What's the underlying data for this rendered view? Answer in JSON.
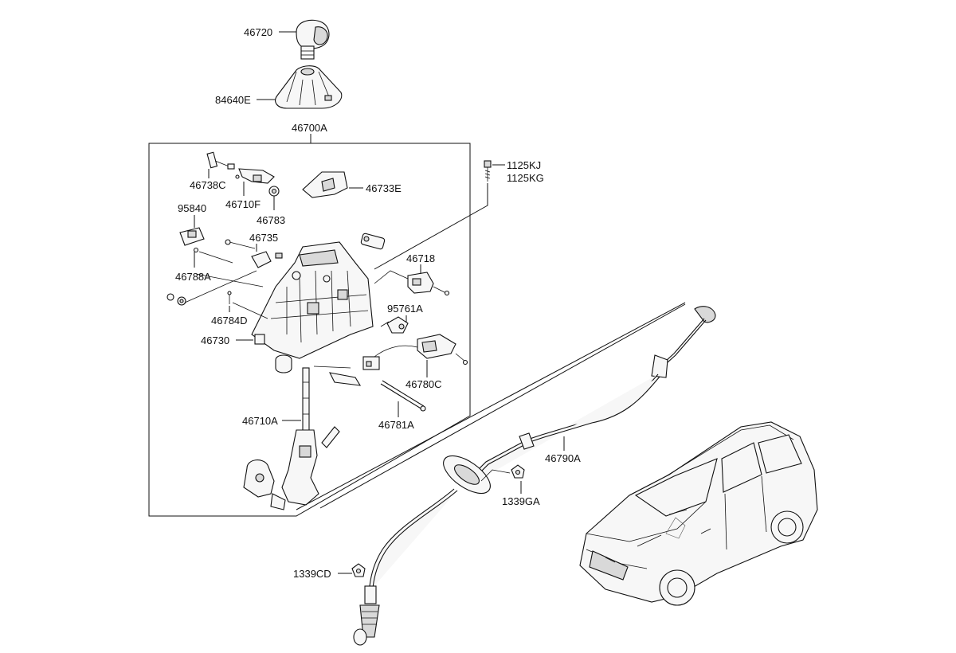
{
  "parts": {
    "p46720": "46720",
    "p84640E": "84640E",
    "p46700A": "46700A",
    "p46738C": "46738C",
    "p46710F": "46710F",
    "p46783": "46783",
    "p46733E": "46733E",
    "p95840": "95840",
    "p46735": "46735",
    "p46788A": "46788A",
    "p46784D": "46784D",
    "p46730": "46730",
    "p46718": "46718",
    "p95761A": "95761A",
    "p46780C": "46780C",
    "p46781A": "46781A",
    "p46710A": "46710A",
    "p1125KJ": "1125KJ",
    "p1125KG": "1125KG",
    "p46790A": "46790A",
    "p1339GA": "1339GA",
    "p1339CD": "1339CD"
  }
}
